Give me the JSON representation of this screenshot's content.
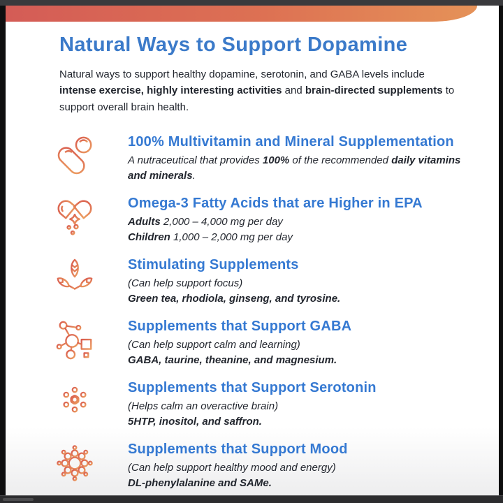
{
  "page": {
    "title": "Natural Ways to Support Dopamine",
    "intro_runs": [
      {
        "t": "Natural ways to support healthy dopamine, serotonin, and GABA levels include ",
        "b": false
      },
      {
        "t": "intense exercise, highly interesting activities",
        "b": true
      },
      {
        "t": " and ",
        "b": false
      },
      {
        "t": "brain-directed supplements",
        "b": true
      },
      {
        "t": " to support overall brain health.",
        "b": false
      }
    ],
    "accent": {
      "heading_blue": "#3579d2",
      "title_blue": "#3b7ac9",
      "orange_gradient_from": "#d95c4f",
      "orange_gradient_to": "#ec9d60",
      "body_text": "#22262e"
    }
  },
  "chrome": {
    "top_bar_color": "#3a3a3d",
    "frame_color": "#0e0e0f",
    "bottom_bar_color": "#2c2c2e"
  },
  "sections": [
    {
      "icon": "pill-capsule-icon",
      "heading": "100% Multivitamin and Mineral Supplementation",
      "lines": [
        [
          {
            "t": "A nutraceutical that provides ",
            "b": false
          },
          {
            "t": "100%",
            "b": true
          },
          {
            "t": " of the recommended ",
            "b": false
          },
          {
            "t": "daily vitamins and minerals",
            "b": true
          },
          {
            "t": ".",
            "b": false
          }
        ]
      ]
    },
    {
      "icon": "omega3-capsule-icon",
      "heading": "Omega-3 Fatty Acids that are Higher in EPA",
      "lines": [
        [
          {
            "t": "Adults",
            "b": true
          },
          {
            "t": "  2,000 – 4,000 mg per day",
            "b": false
          }
        ],
        [
          {
            "t": "Children",
            "b": true
          },
          {
            "t": " 1,000 – 2,000 mg per day",
            "b": false
          }
        ]
      ]
    },
    {
      "icon": "plant-sprig-icon",
      "heading": "Stimulating Supplements",
      "lines": [
        [
          {
            "t": "(Can help support focus)",
            "b": false
          }
        ],
        [
          {
            "t": "Green tea, rhodiola, ginseng, and tyrosine.",
            "b": true
          }
        ]
      ]
    },
    {
      "icon": "molecule-network-icon",
      "heading": "Supplements that Support GABA",
      "lines": [
        [
          {
            "t": "(Can help support calm and learning)",
            "b": false
          }
        ],
        [
          {
            "t": "GABA, taurine, theanine, and magnesium.",
            "b": true
          }
        ]
      ]
    },
    {
      "icon": "serotonin-flower-icon",
      "heading": "Supplements that Support Serotonin",
      "lines": [
        [
          {
            "t": "(Helps calm an overactive brain)",
            "b": false
          }
        ],
        [
          {
            "t": "5HTP, inositol, and saffron.",
            "b": true
          }
        ]
      ]
    },
    {
      "icon": "sunburst-icon",
      "heading": "Supplements that Support Mood",
      "lines": [
        [
          {
            "t": "(Can help support healthy mood and energy)",
            "b": false
          }
        ],
        [
          {
            "t": "DL-phenylalanine and SAMe.",
            "b": true
          }
        ]
      ]
    }
  ]
}
